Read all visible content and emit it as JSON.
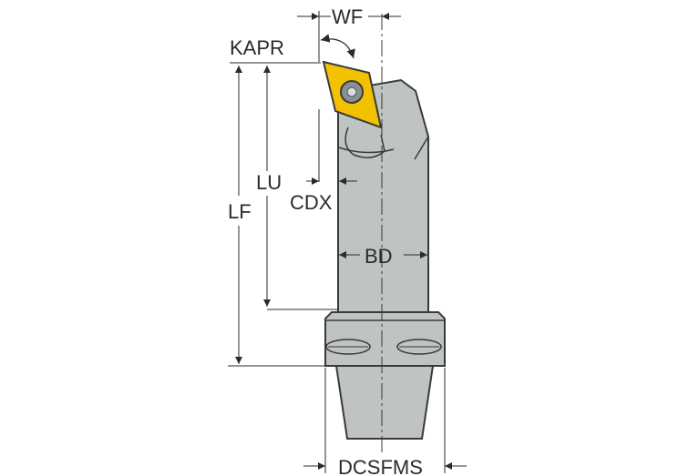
{
  "diagram": {
    "title": "Boring bar tool holder dimension drawing",
    "labels": {
      "wf": "WF",
      "kapr": "KAPR",
      "lu": "LU",
      "lf": "LF",
      "cdx": "CDX",
      "bd": "BD",
      "dcsfms": "DCSFMS"
    },
    "colors": {
      "body": "#bfc3c1",
      "outline": "#3a3a3a",
      "insert": "#f2c200",
      "line": "#2b2b2b",
      "background": "#ffffff"
    }
  }
}
